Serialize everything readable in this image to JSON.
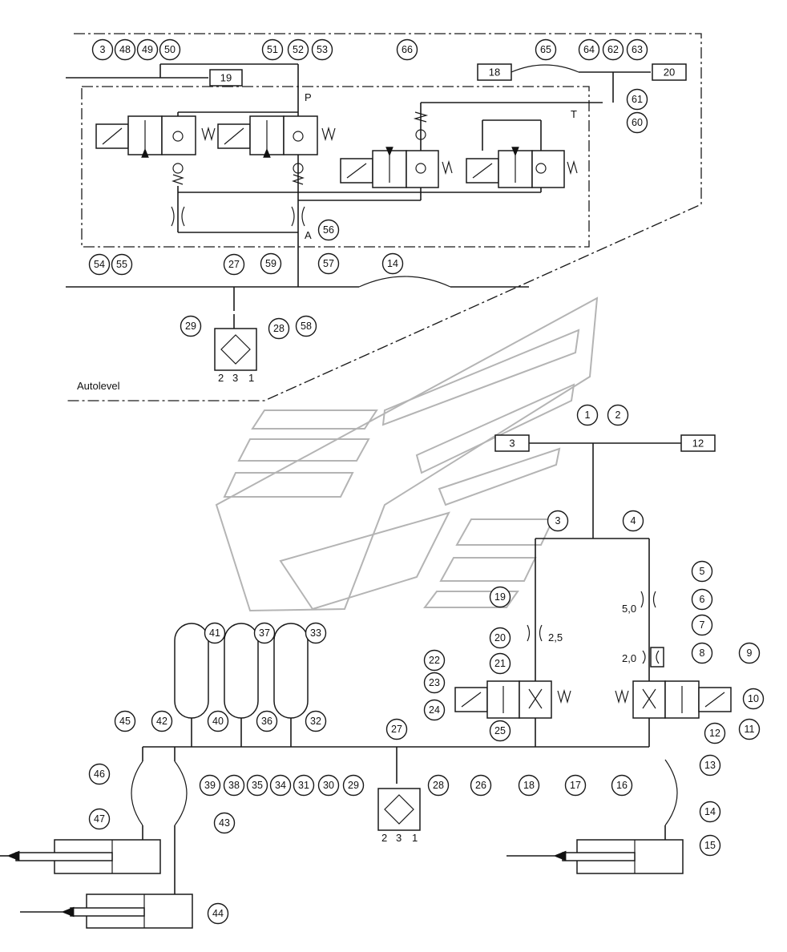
{
  "section_label": "Autolevel",
  "port_labels": {
    "p": "P",
    "a": "A",
    "t": "T"
  },
  "orifice_labels": {
    "o20": "2,5",
    "o6": "5,0",
    "o8": "2,0"
  },
  "ref_boxes": {
    "b19": "19",
    "b18": "18",
    "b20": "20",
    "b3": "3",
    "b12": "12"
  },
  "sensor_pins": [
    "2",
    "3",
    "1"
  ],
  "callouts": {
    "c1": "1",
    "c2": "2",
    "c3": "3",
    "c4": "4",
    "c5": "5",
    "c6": "6",
    "c7": "7",
    "c8": "8",
    "c9": "9",
    "c10": "10",
    "c11": "11",
    "c12": "12",
    "c13": "13",
    "c14": "14",
    "c15": "15",
    "c16": "16",
    "c17": "17",
    "c18": "18",
    "c19": "19",
    "c20": "20",
    "c21": "21",
    "c22": "22",
    "c23": "23",
    "c24": "24",
    "c25": "25",
    "c26": "26",
    "c27": "27",
    "c28": "28",
    "c29": "29",
    "c30": "30",
    "c31": "31",
    "c32": "32",
    "c33": "33",
    "c34": "34",
    "c35": "35",
    "c36": "36",
    "c37": "37",
    "c38": "38",
    "c39": "39",
    "c40": "40",
    "c41": "41",
    "c42": "42",
    "c43": "43",
    "c44": "44",
    "c45": "45",
    "c46": "46",
    "c47": "47",
    "u3": "3",
    "u48": "48",
    "u49": "49",
    "u50": "50",
    "u51": "51",
    "u52": "52",
    "u53": "53",
    "u54": "54",
    "u55": "55",
    "u56": "56",
    "u57": "57",
    "u58": "58",
    "u59": "59",
    "u60": "60",
    "u61": "61",
    "u62": "62",
    "u63": "63",
    "u64": "64",
    "u65": "65",
    "u66": "66",
    "u27": "27",
    "u28": "28",
    "u29": "29",
    "u14": "14"
  }
}
